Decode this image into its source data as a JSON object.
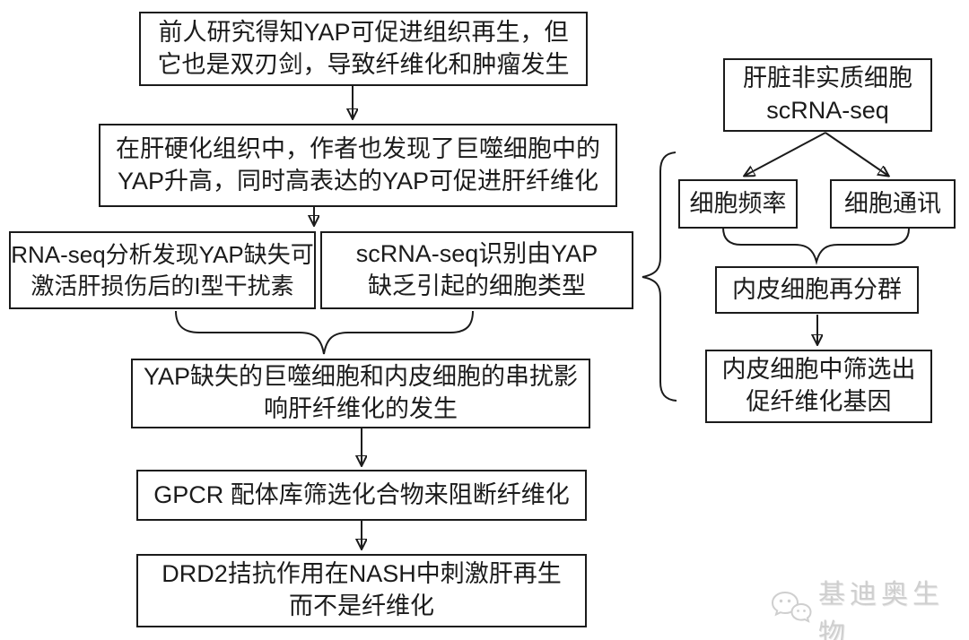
{
  "diagram": {
    "left_flow": {
      "box1": "前人研究得知YAP可促进组织再生，但\n它也是双刃剑，导致纤维化和肿瘤发生",
      "box2": "在肝硬化组织中，作者也发现了巨噬细胞中的\nYAP升高，同时高表达的YAP可促进肝纤维化",
      "box3": "RNA-seq分析发现YAP缺失可\n激活肝损伤后的I型干扰素",
      "box4": "scRNA-seq识别由YAP\n缺乏引起的细胞类型",
      "box5": "YAP缺失的巨噬细胞和内皮细胞的串扰影\n响肝纤维化的发生",
      "box6": "GPCR 配体库筛选化合物来阻断纤维化",
      "box7": "DRD2拮抗作用在NASH中刺激肝再生\n而不是纤维化"
    },
    "right_flow": {
      "box1": "肝脏非实质细胞\nscRNA-seq",
      "box2": "细胞频率",
      "box3": "细胞通讯",
      "box4": "内皮细胞再分群",
      "box5": "内皮细胞中筛选出\n促纤维化基因"
    }
  },
  "watermark": {
    "label": "基迪奥生物",
    "icon": "wechat-icon",
    "color": "#cfcfcf"
  },
  "colors": {
    "line": "#1b1b1b",
    "box_border": "#1b1b1b",
    "background": "#ffffff",
    "text": "#1b1b1b"
  }
}
